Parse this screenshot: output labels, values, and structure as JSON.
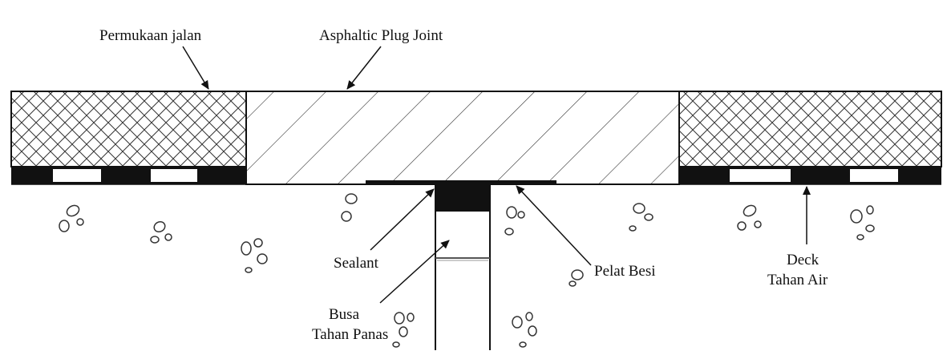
{
  "labels": {
    "road_surface": "Permukaan jalan",
    "plug_joint": "Asphaltic Plug Joint",
    "sealant": "Sealant",
    "steel_plate": "Pelat Besi",
    "foam_line1": "Busa",
    "foam_line2": "Tahan Panas",
    "deck_line1": "Deck",
    "deck_line2": "Tahan Air"
  },
  "colors": {
    "ink": "#111111",
    "background": "#ffffff",
    "hatch": "#333333"
  }
}
